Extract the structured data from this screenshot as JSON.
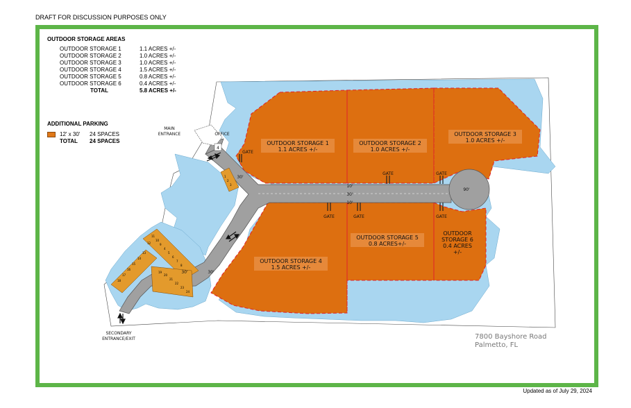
{
  "header": {
    "draft_note": "DRAFT FOR DISCUSSION PURPOSES ONLY"
  },
  "footer": {
    "updated": "Updated as of July 29, 2024"
  },
  "storage_legend": {
    "title": "OUTDOOR STORAGE AREAS",
    "rows": [
      {
        "name": "OUTDOOR STORAGE 1",
        "acres": "1.1 ACRES +/-"
      },
      {
        "name": "OUTDOOR STORAGE 2",
        "acres": "1.0 ACRES +/-"
      },
      {
        "name": "OUTDOOR STORAGE 3",
        "acres": "1.0 ACRES +/-"
      },
      {
        "name": "OUTDOOR STORAGE 4",
        "acres": "1.5 ACRES +/-"
      },
      {
        "name": "OUTDOOR STORAGE 5",
        "acres": "0.8 ACRES +/-"
      },
      {
        "name": "OUTDOOR STORAGE 6",
        "acres": "0.4 ACRES +/-"
      }
    ],
    "total_label": "TOTAL",
    "total_acres": "5.8 ACRES +/-"
  },
  "parking_legend": {
    "title": "ADDITIONAL PARKING",
    "size": "12' x 30'",
    "spaces": "24 SPACES",
    "total_label": "TOTAL",
    "total_spaces": "24 SPACES"
  },
  "map": {
    "areas": {
      "s1": {
        "name": "OUTDOOR STORAGE 1",
        "acres": "1.1 ACRES +/-"
      },
      "s2": {
        "name": "OUTDOOR STORAGE 2",
        "acres": "1.0 ACRES +/-"
      },
      "s3": {
        "name": "OUTDOOR STORAGE 3",
        "acres": "1.0 ACRES +/-"
      },
      "s4": {
        "name": "OUTDOOR STORAGE 4",
        "acres": "1.5 ACRES +/-"
      },
      "s5": {
        "name": "OUTDOOR STORAGE 5",
        "acres": "0.8 ACRES+/-"
      },
      "s6": {
        "name_a": "OUTDOOR",
        "name_b": "STORAGE 6",
        "acres_a": "0.4 ACRES",
        "acres_b": "+/-"
      }
    },
    "labels": {
      "main_a": "MAIN",
      "main_b": "ENTRANCE",
      "office": "OFFICE",
      "office_num": "4",
      "secondary_a": "SECONDARY",
      "secondary_b": "ENTRANCE/EXIT",
      "gate": "GATE",
      "dim_10": "10'",
      "dim_30": "30'",
      "dim_90": "90'"
    },
    "address_a": "7800 Bayshore Road",
    "address_b": "Palmetto, FL",
    "spaces": [
      "1",
      "2",
      "3",
      "4",
      "5",
      "6",
      "7",
      "8",
      "9",
      "10",
      "11",
      "12",
      "13",
      "14",
      "15",
      "16",
      "17",
      "18",
      "19",
      "20",
      "21",
      "22",
      "23",
      "24"
    ]
  },
  "colors": {
    "frame": "#5db548",
    "storage": "#dd6f10",
    "water": "#a9d6f0",
    "road": "#a0a0a0",
    "boundary": "#e0202a",
    "parking": "#e39a2c"
  }
}
